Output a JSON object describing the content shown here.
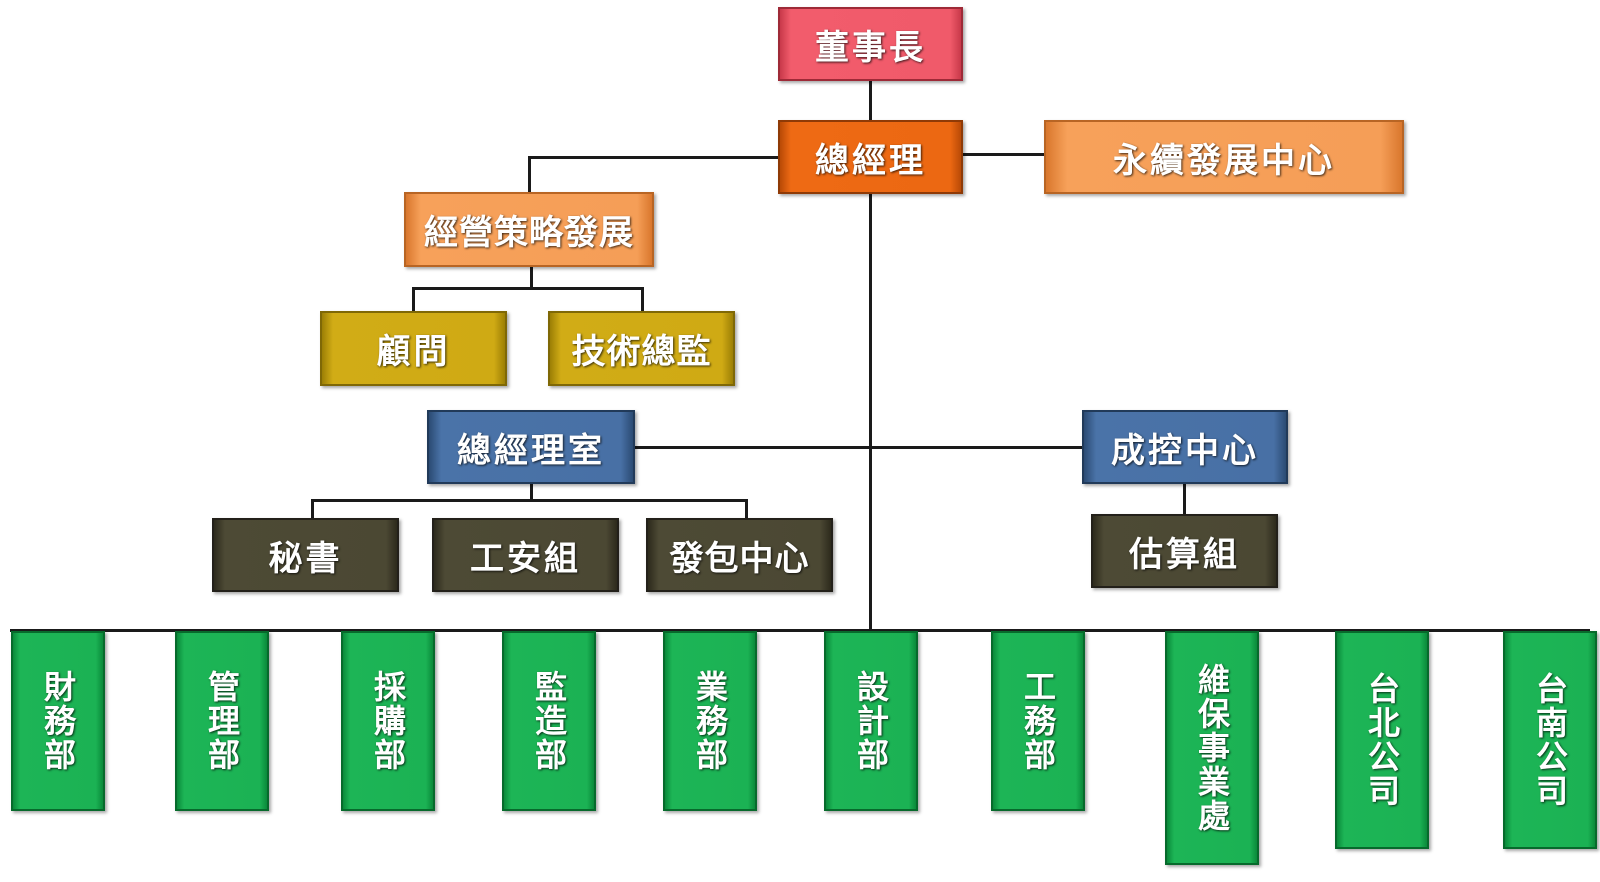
{
  "org_chart": {
    "chairman": "董事長",
    "general_manager": "總經理",
    "sustainability_center": "永續發展中心",
    "strategy_dev": "經營策略發展",
    "consultant": "顧問",
    "technical_director": "技術總監",
    "gm_office": "總經理室",
    "cost_control_center": "成控中心",
    "secretary": "秘書",
    "safety_team": "工安組",
    "subcontract_center": "發包中心",
    "estimation_team": "估算組",
    "departments": [
      "財務部",
      "管理部",
      "採購部",
      "監造部",
      "業務部",
      "設計部",
      "工務部",
      "維保事業處",
      "台北公司",
      "台南公司"
    ]
  },
  "colors": {
    "chairman": "#f05a6a",
    "general_manager": "#ec6812",
    "tier2": "#f59e57",
    "advisors": "#cfaa14",
    "office": "#4870a5",
    "staff": "#4b4833",
    "departments": "#1bb254"
  }
}
